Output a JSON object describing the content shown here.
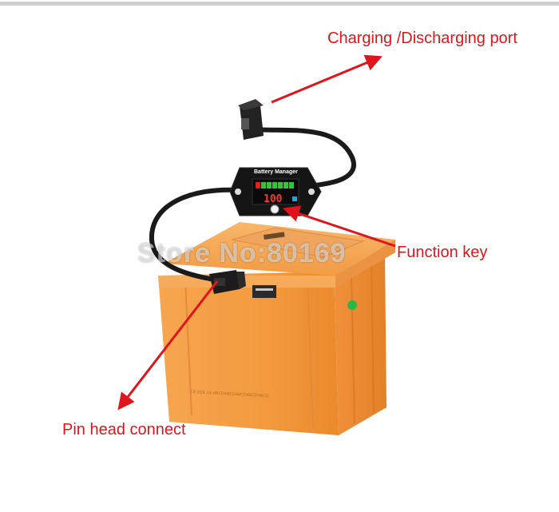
{
  "callouts": {
    "charging_port": "Charging /Discharging port",
    "function_key": "Function key",
    "pin_head": "Pin head connect"
  },
  "device": {
    "meter_title": "Battery Manager",
    "meter_reading": "100"
  },
  "watermark": "Store No:80169",
  "colors": {
    "callout_text": "#e0141c",
    "battery_body": "#f39a3f",
    "battery_lid": "#f5a24c",
    "cable": "#1a1a1a"
  }
}
